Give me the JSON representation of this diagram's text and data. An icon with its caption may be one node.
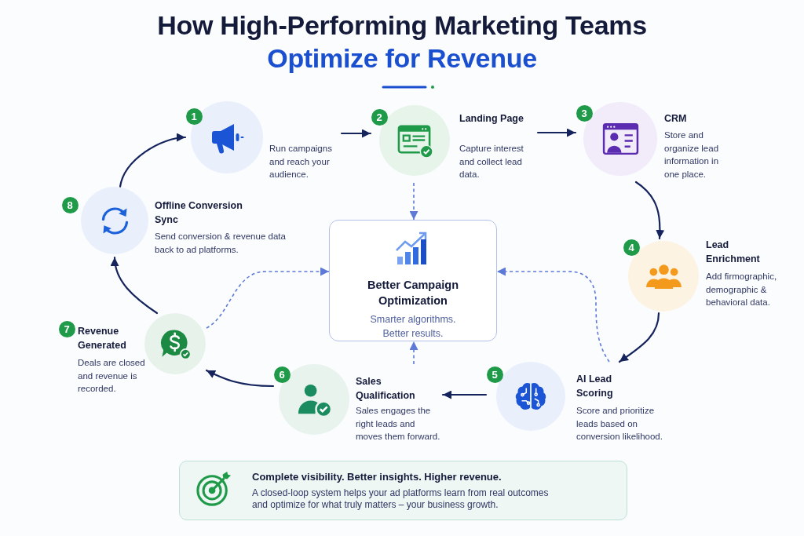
{
  "diagram": {
    "title": "How High-Performing Marketing Teams",
    "nodes": [
      {
        "text": [
          "1",
          "Run campaigns and reach your audience."
        ]
      },
      {
        "text": [
          "2",
          "Landing Page",
          "Capture interest and collect lead data."
        ]
      },
      {
        "text": [
          "3",
          "CRM",
          "Store and organize lead information in one place."
        ]
      },
      {
        "text": [
          "4",
          "Lead Enrichment",
          "Add firmographic, demographic & behavioral data."
        ]
      },
      {
        "text": [
          "5",
          "AI Lead Scoring",
          "Score and prioritize leads based on conversion likelihood."
        ]
      },
      {
        "text": [
          "6",
          "Sales Qualification",
          "Sales engages the right leads and moves them forward."
        ]
      },
      {
        "text": [
          "7",
          "Revenue Generated",
          "Deals are closed and revenue is recorded."
        ]
      },
      {
        "text": [
          "8",
          "Offline Conversion Sync",
          "Send conversion & revenue data back to ad platforms."
        ]
      },
      {
        "text": [
          "Better Campaign Optimization",
          "Smarter algorithms. Better results."
        ]
      },
      {
        "text": [
          "Complete visibility. Better insights. Higher revenue.",
          "A closed-loop system helps your ad platforms learn from real outcomes and optimize for what truly matters – your business growth."
        ]
      }
    ],
    "edges": [
      {
        "from": 0,
        "to": 1,
        "arrow": "to"
      },
      {
        "from": 1,
        "to": 2,
        "arrow": "to"
      },
      {
        "from": 2,
        "to": 3,
        "arrow": "to"
      },
      {
        "from": 3,
        "to": 4,
        "arrow": "to"
      },
      {
        "from": 4,
        "to": 5,
        "arrow": "to"
      },
      {
        "from": 5,
        "to": 6,
        "arrow": "to"
      },
      {
        "from": 6,
        "to": 7,
        "arrow": "to"
      },
      {
        "from": 7,
        "to": 0,
        "arrow": "to"
      },
      {
        "from": 1,
        "to": 8,
        "arrow": "to",
        "style": "dashed",
        "color": "#5d7ad6"
      },
      {
        "from": 4,
        "to": 8,
        "arrow": "to",
        "style": "dashed",
        "color": "#5d7ad6"
      },
      {
        "from": 5,
        "to": 8,
        "arrow": "to",
        "style": "dashed",
        "color": "#5d7ad6"
      },
      {
        "from": 6,
        "to": 8,
        "arrow": "to",
        "style": "dashed",
        "color": "#5d7ad6"
      }
    ],
    "labels": [
      "Optimize for Revenue"
    ]
  }
}
